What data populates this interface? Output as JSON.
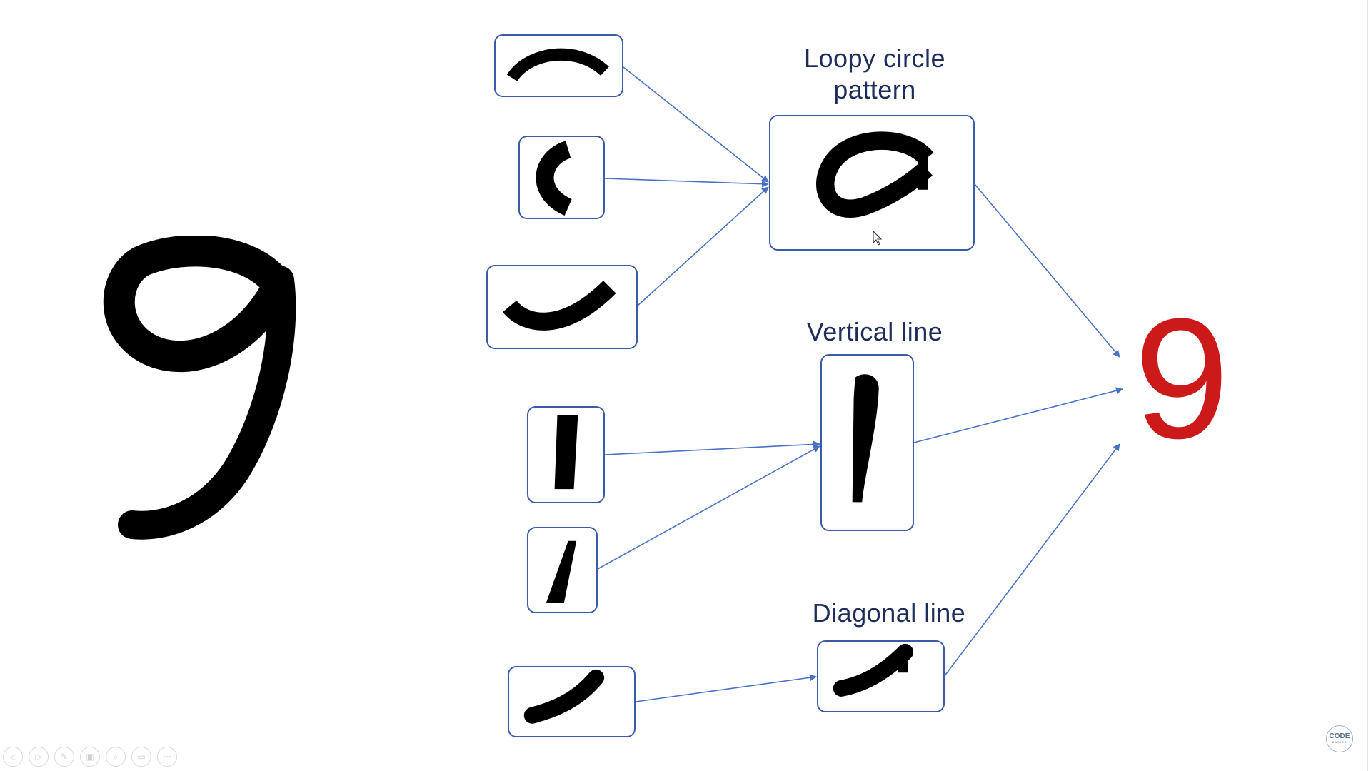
{
  "input_digit": "9",
  "labels": {
    "loopy": "Loopy circle\npattern",
    "vertical": "Vertical line",
    "diagonal": "Diagonal line"
  },
  "result_digit": "9",
  "colors": {
    "box_border": "#3b5aa8",
    "arrow": "#4a72c4",
    "label_text": "#1f2d5c",
    "result_digit": "#cc1a1a",
    "ink": "#000000"
  },
  "toolbar": {
    "icons": [
      "previous-icon",
      "next-icon",
      "pen-icon",
      "slides-icon",
      "zoom-icon",
      "subtitles-icon",
      "more-icon"
    ],
    "glyphs": [
      "◁",
      "▷",
      "✎",
      "▣",
      "⌕",
      "▭",
      "···"
    ]
  },
  "watermark": {
    "line1": "CODE",
    "line2": "BASICS"
  }
}
